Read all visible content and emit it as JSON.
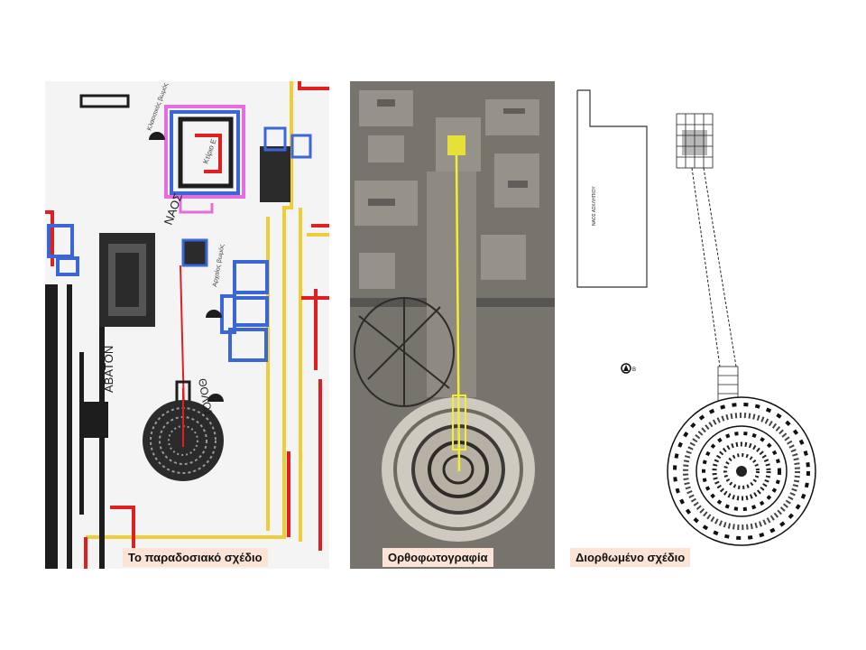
{
  "panels": [
    {
      "caption": "Το παραδοσιακό σχέδιο",
      "labels": {
        "abaton": "ΑΒΑΤΟΝ",
        "naos": "ΝΑΟΣ",
        "tholos": "ΘΟΛΟΣ",
        "ktirio_e": "Κτίριο Ε",
        "klassikos_vomos": "Κλασσικός βωμός",
        "archaios_vomos": "Αρχαίος βωμός"
      }
    },
    {
      "caption": "Ορθοφωτογραφία"
    },
    {
      "caption": "Διορθωμένο σχέδιο",
      "labels": {
        "naos_asklipiou": "ΝΑΟΣ ΑΣΚΛΗΠΙΟΥ",
        "north_mark": "B"
      }
    }
  ],
  "colors": {
    "plan_red": "#e02020",
    "plan_blue": "#3a66d6",
    "plan_yellow": "#f0cc35",
    "plan_pink": "#e76ce0",
    "ortho_line": "#f4ef2a",
    "caption_bg": "#fbe4d5"
  }
}
